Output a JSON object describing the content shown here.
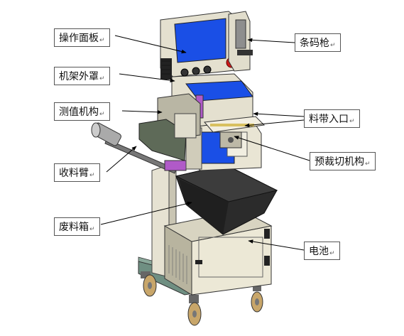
{
  "labels": {
    "operation_panel": "操作面板",
    "frame_cover": "机架外罩",
    "measuring_mechanism": "测值机构",
    "take_up_arm": "收料臂",
    "waste_bin": "废料箱",
    "barcode_gun": "条码枪",
    "tape_inlet": "料带入口",
    "pre_cutting_mechanism": "预裁切机构",
    "battery": "电池"
  },
  "paragraph_mark": "↵",
  "colors": {
    "label_border": "#555555",
    "machine_body": "#e4e0cf",
    "machine_dark": "#5e6a58",
    "screen_blue": "#1a4fe6",
    "waste_bin": "#2b2b2b",
    "leader_line": "#000000"
  }
}
